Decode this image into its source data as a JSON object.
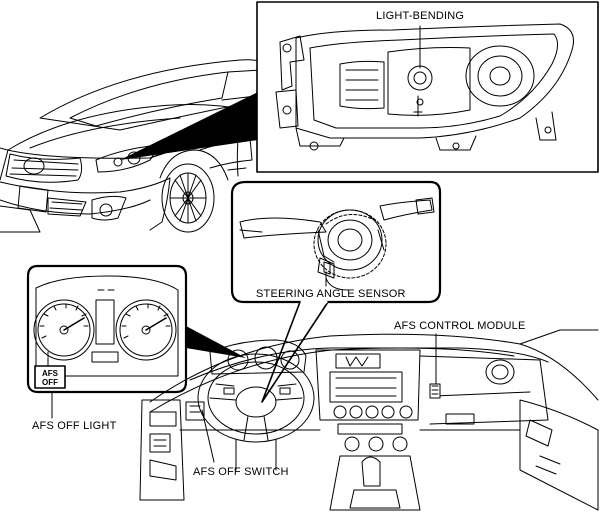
{
  "labels": {
    "light_bending": "LIGHT-BENDING",
    "steering_angle_sensor": "STEERING ANGLE SENSOR",
    "afs_control_module": "AFS CONTROL MODULE",
    "afs_off_light": "AFS OFF LIGHT",
    "afs_off_switch": "AFS OFF SWITCH"
  },
  "warning_lamp": {
    "line1": "AFS",
    "line2": "OFF"
  }
}
